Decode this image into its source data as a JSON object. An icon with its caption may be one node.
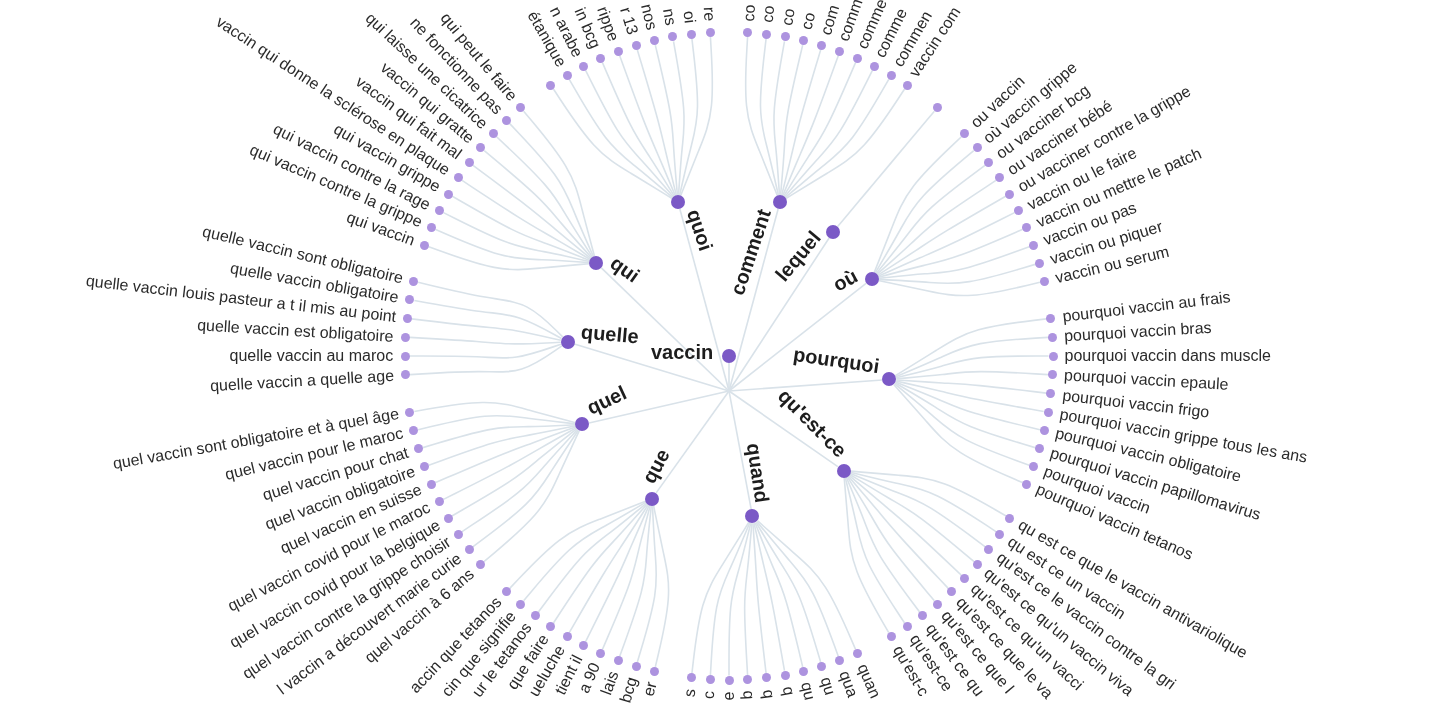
{
  "diagram": {
    "nodes": [
      {
        "text": [
          "vaccin"
        ]
      },
      {
        "text": [
          "comment"
        ]
      },
      {
        "text": [
          "co"
        ]
      },
      {
        "text": [
          "co"
        ]
      },
      {
        "text": [
          "co"
        ]
      },
      {
        "text": [
          "co"
        ]
      },
      {
        "text": [
          "com"
        ]
      },
      {
        "text": [
          "comm"
        ]
      },
      {
        "text": [
          "comme"
        ]
      },
      {
        "text": [
          "comme"
        ]
      },
      {
        "text": [
          "commen"
        ]
      },
      {
        "text": [
          "vaccin com"
        ]
      },
      {
        "text": [
          "lequel"
        ]
      },
      {
        "text": [],
        "shape": "circle"
      },
      {
        "text": [
          "où"
        ]
      },
      {
        "text": [
          "ou vaccin"
        ]
      },
      {
        "text": [
          "où vaccin grippe"
        ]
      },
      {
        "text": [
          "ou vacciner bcg"
        ]
      },
      {
        "text": [
          "ou vacciner bébé"
        ]
      },
      {
        "text": [
          "ou vacciner contre la grippe"
        ]
      },
      {
        "text": [
          "vaccin ou le faire"
        ]
      },
      {
        "text": [
          "vaccin ou mettre le patch"
        ]
      },
      {
        "text": [
          "vaccin ou pas"
        ]
      },
      {
        "text": [
          "vaccin ou piquer"
        ]
      },
      {
        "text": [
          "vaccin ou serum"
        ]
      },
      {
        "text": [
          "pourquoi"
        ]
      },
      {
        "text": [
          "pourquoi vaccin au frais"
        ]
      },
      {
        "text": [
          "pourquoi vaccin bras"
        ]
      },
      {
        "text": [
          "pourquoi vaccin dans muscle"
        ]
      },
      {
        "text": [
          "pourquoi vaccin epaule"
        ]
      },
      {
        "text": [
          "pourquoi vaccin frigo"
        ]
      },
      {
        "text": [
          "pourquoi vaccin grippe tous les ans"
        ]
      },
      {
        "text": [
          "pourquoi vaccin obligatoire"
        ]
      },
      {
        "text": [
          "pourquoi vaccin papillomavirus"
        ]
      },
      {
        "text": [
          "pourquoi vaccin"
        ]
      },
      {
        "text": [
          "pourquoi vaccin tetanos"
        ]
      },
      {
        "text": [
          "qu'est-ce"
        ]
      },
      {
        "text": [
          "qu est ce que le vaccin antivariolique"
        ]
      },
      {
        "text": [
          "qu est ce un vaccin"
        ]
      },
      {
        "text": [
          "qu'est ce le vaccin contre la gri"
        ]
      },
      {
        "text": [
          "qu'est ce qu'un vaccin viva"
        ]
      },
      {
        "text": [
          "qu'est ce qu'un vacci"
        ]
      },
      {
        "text": [
          "qu'est ce que le va"
        ]
      },
      {
        "text": [
          "qu'est ce que l"
        ]
      },
      {
        "text": [
          "qu'est ce qu"
        ]
      },
      {
        "text": [
          "qu'est-ce"
        ]
      },
      {
        "text": [
          "qu'est-c"
        ]
      },
      {
        "text": [
          "quand"
        ]
      },
      {
        "text": [
          "quan"
        ]
      },
      {
        "text": [
          "qua"
        ]
      },
      {
        "text": [
          "qu"
        ]
      },
      {
        "text": [
          "qu"
        ]
      },
      {
        "text": [
          "q"
        ]
      },
      {
        "text": [
          "q"
        ]
      },
      {
        "text": [
          "q"
        ]
      },
      {
        "text": [
          "e"
        ]
      },
      {
        "text": [
          "c"
        ]
      },
      {
        "text": [
          "s"
        ]
      },
      {
        "text": [
          "que"
        ]
      },
      {
        "text": [
          "er"
        ]
      },
      {
        "text": [
          "bcg"
        ]
      },
      {
        "text": [
          "lais"
        ]
      },
      {
        "text": [
          "a 90"
        ]
      },
      {
        "text": [
          "tient il"
        ]
      },
      {
        "text": [
          "ueluche"
        ]
      },
      {
        "text": [
          "que faire"
        ]
      },
      {
        "text": [
          "ur le tetanos"
        ]
      },
      {
        "text": [
          "cin que signifie"
        ]
      },
      {
        "text": [
          "accin que tetanos"
        ]
      },
      {
        "text": [
          "quel"
        ]
      },
      {
        "text": [
          "quel vaccin à 6 ans"
        ]
      },
      {
        "text": [
          "l vaccin a découvert marie curie"
        ]
      },
      {
        "text": [
          "quel vaccin contre la grippe choisir"
        ]
      },
      {
        "text": [
          "quel vaccin covid pour la belgique"
        ]
      },
      {
        "text": [
          "quel vaccin covid pour le maroc"
        ]
      },
      {
        "text": [
          "quel vaccin en suisse"
        ]
      },
      {
        "text": [
          "quel vaccin obligatoire"
        ]
      },
      {
        "text": [
          "quel vaccin pour chat"
        ]
      },
      {
        "text": [
          "quel vaccin pour le maroc"
        ]
      },
      {
        "text": [
          "quel vaccin sont obligatoire et à quel âge"
        ]
      },
      {
        "text": [
          "quelle"
        ]
      },
      {
        "text": [
          "quelle vaccin a quelle age"
        ]
      },
      {
        "text": [
          "quelle vaccin au maroc"
        ]
      },
      {
        "text": [
          "quelle vaccin est obligatoire"
        ]
      },
      {
        "text": [
          "quelle vaccin louis pasteur a t il mis au point"
        ]
      },
      {
        "text": [
          "quelle vaccin obligatoire"
        ]
      },
      {
        "text": [
          "quelle vaccin sont obligatoire"
        ]
      },
      {
        "text": [
          "qui"
        ]
      },
      {
        "text": [
          "qui vaccin"
        ]
      },
      {
        "text": [
          "qui vaccin contre la grippe"
        ]
      },
      {
        "text": [
          "qui vaccin contre la rage"
        ]
      },
      {
        "text": [
          "qui vaccin grippe"
        ]
      },
      {
        "text": [
          "vaccin qui donne la sclérose en plaque"
        ]
      },
      {
        "text": [
          "vaccin qui fait mal"
        ]
      },
      {
        "text": [
          "vaccin qui gratte"
        ]
      },
      {
        "text": [
          "qui laisse une cicatrice"
        ]
      },
      {
        "text": [
          "ne fonctionne pas"
        ]
      },
      {
        "text": [
          "qui peut le faire"
        ]
      },
      {
        "text": [
          "quoi"
        ]
      },
      {
        "text": [],
        "shape": "circle"
      },
      {
        "text": [
          "étanique"
        ]
      },
      {
        "text": [
          "n arabe"
        ]
      },
      {
        "text": [
          "in bcg"
        ]
      },
      {
        "text": [
          "rippe"
        ]
      },
      {
        "text": [
          "r 13"
        ]
      },
      {
        "text": [
          "nos"
        ]
      },
      {
        "text": [
          "ns"
        ]
      },
      {
        "text": [
          "oi"
        ]
      },
      {
        "text": [
          "re"
        ]
      }
    ],
    "edges": [
      {
        "from": 0,
        "to": 1,
        "arrow": "none"
      },
      {
        "from": 1,
        "to": 2,
        "arrow": "none"
      },
      {
        "from": 1,
        "to": 3,
        "arrow": "none"
      },
      {
        "from": 1,
        "to": 4,
        "arrow": "none"
      },
      {
        "from": 1,
        "to": 5,
        "arrow": "none"
      },
      {
        "from": 1,
        "to": 6,
        "arrow": "none"
      },
      {
        "from": 1,
        "to": 7,
        "arrow": "none"
      },
      {
        "from": 1,
        "to": 8,
        "arrow": "none"
      },
      {
        "from": 1,
        "to": 9,
        "arrow": "none"
      },
      {
        "from": 1,
        "to": 10,
        "arrow": "none"
      },
      {
        "from": 1,
        "to": 11,
        "arrow": "none"
      },
      {
        "from": 0,
        "to": 12,
        "arrow": "none"
      },
      {
        "from": 12,
        "to": 13,
        "arrow": "none"
      },
      {
        "from": 0,
        "to": 14,
        "arrow": "none"
      },
      {
        "from": 14,
        "to": 15,
        "arrow": "none"
      },
      {
        "from": 14,
        "to": 16,
        "arrow": "none"
      },
      {
        "from": 14,
        "to": 17,
        "arrow": "none"
      },
      {
        "from": 14,
        "to": 18,
        "arrow": "none"
      },
      {
        "from": 14,
        "to": 19,
        "arrow": "none"
      },
      {
        "from": 14,
        "to": 20,
        "arrow": "none"
      },
      {
        "from": 14,
        "to": 21,
        "arrow": "none"
      },
      {
        "from": 14,
        "to": 22,
        "arrow": "none"
      },
      {
        "from": 14,
        "to": 23,
        "arrow": "none"
      },
      {
        "from": 14,
        "to": 24,
        "arrow": "none"
      },
      {
        "from": 0,
        "to": 25,
        "arrow": "none"
      },
      {
        "from": 25,
        "to": 26,
        "arrow": "none"
      },
      {
        "from": 25,
        "to": 27,
        "arrow": "none"
      },
      {
        "from": 25,
        "to": 28,
        "arrow": "none"
      },
      {
        "from": 25,
        "to": 29,
        "arrow": "none"
      },
      {
        "from": 25,
        "to": 30,
        "arrow": "none"
      },
      {
        "from": 25,
        "to": 31,
        "arrow": "none"
      },
      {
        "from": 25,
        "to": 32,
        "arrow": "none"
      },
      {
        "from": 25,
        "to": 33,
        "arrow": "none"
      },
      {
        "from": 25,
        "to": 34,
        "arrow": "none"
      },
      {
        "from": 25,
        "to": 35,
        "arrow": "none"
      },
      {
        "from": 0,
        "to": 36,
        "arrow": "none"
      },
      {
        "from": 36,
        "to": 37,
        "arrow": "none"
      },
      {
        "from": 36,
        "to": 38,
        "arrow": "none"
      },
      {
        "from": 36,
        "to": 39,
        "arrow": "none"
      },
      {
        "from": 36,
        "to": 40,
        "arrow": "none"
      },
      {
        "from": 36,
        "to": 41,
        "arrow": "none"
      },
      {
        "from": 36,
        "to": 42,
        "arrow": "none"
      },
      {
        "from": 36,
        "to": 43,
        "arrow": "none"
      },
      {
        "from": 36,
        "to": 44,
        "arrow": "none"
      },
      {
        "from": 36,
        "to": 45,
        "arrow": "none"
      },
      {
        "from": 36,
        "to": 46,
        "arrow": "none"
      },
      {
        "from": 0,
        "to": 47,
        "arrow": "none"
      },
      {
        "from": 47,
        "to": 48,
        "arrow": "none"
      },
      {
        "from": 47,
        "to": 49,
        "arrow": "none"
      },
      {
        "from": 47,
        "to": 50,
        "arrow": "none"
      },
      {
        "from": 47,
        "to": 51,
        "arrow": "none"
      },
      {
        "from": 47,
        "to": 52,
        "arrow": "none"
      },
      {
        "from": 47,
        "to": 53,
        "arrow": "none"
      },
      {
        "from": 47,
        "to": 54,
        "arrow": "none"
      },
      {
        "from": 47,
        "to": 55,
        "arrow": "none"
      },
      {
        "from": 47,
        "to": 56,
        "arrow": "none"
      },
      {
        "from": 47,
        "to": 57,
        "arrow": "none"
      },
      {
        "from": 0,
        "to": 58,
        "arrow": "none"
      },
      {
        "from": 58,
        "to": 59,
        "arrow": "none"
      },
      {
        "from": 58,
        "to": 60,
        "arrow": "none"
      },
      {
        "from": 58,
        "to": 61,
        "arrow": "none"
      },
      {
        "from": 58,
        "to": 62,
        "arrow": "none"
      },
      {
        "from": 58,
        "to": 63,
        "arrow": "none"
      },
      {
        "from": 58,
        "to": 64,
        "arrow": "none"
      },
      {
        "from": 58,
        "to": 65,
        "arrow": "none"
      },
      {
        "from": 58,
        "to": 66,
        "arrow": "none"
      },
      {
        "from": 58,
        "to": 67,
        "arrow": "none"
      },
      {
        "from": 58,
        "to": 68,
        "arrow": "none"
      },
      {
        "from": 0,
        "to": 69,
        "arrow": "none"
      },
      {
        "from": 69,
        "to": 70,
        "arrow": "none"
      },
      {
        "from": 69,
        "to": 71,
        "arrow": "none"
      },
      {
        "from": 69,
        "to": 72,
        "arrow": "none"
      },
      {
        "from": 69,
        "to": 73,
        "arrow": "none"
      },
      {
        "from": 69,
        "to": 74,
        "arrow": "none"
      },
      {
        "from": 69,
        "to": 75,
        "arrow": "none"
      },
      {
        "from": 69,
        "to": 76,
        "arrow": "none"
      },
      {
        "from": 69,
        "to": 77,
        "arrow": "none"
      },
      {
        "from": 69,
        "to": 78,
        "arrow": "none"
      },
      {
        "from": 69,
        "to": 79,
        "arrow": "none"
      },
      {
        "from": 0,
        "to": 80,
        "arrow": "none"
      },
      {
        "from": 80,
        "to": 81,
        "arrow": "none"
      },
      {
        "from": 80,
        "to": 82,
        "arrow": "none"
      },
      {
        "from": 80,
        "to": 83,
        "arrow": "none"
      },
      {
        "from": 80,
        "to": 84,
        "arrow": "none"
      },
      {
        "from": 80,
        "to": 85,
        "arrow": "none"
      },
      {
        "from": 80,
        "to": 86,
        "arrow": "none"
      },
      {
        "from": 0,
        "to": 87,
        "arrow": "none"
      },
      {
        "from": 87,
        "to": 88,
        "arrow": "none"
      },
      {
        "from": 87,
        "to": 89,
        "arrow": "none"
      },
      {
        "from": 87,
        "to": 90,
        "arrow": "none"
      },
      {
        "from": 87,
        "to": 91,
        "arrow": "none"
      },
      {
        "from": 87,
        "to": 92,
        "arrow": "none"
      },
      {
        "from": 87,
        "to": 93,
        "arrow": "none"
      },
      {
        "from": 87,
        "to": 94,
        "arrow": "none"
      },
      {
        "from": 87,
        "to": 95,
        "arrow": "none"
      },
      {
        "from": 87,
        "to": 96,
        "arrow": "none"
      },
      {
        "from": 87,
        "to": 97,
        "arrow": "none"
      },
      {
        "from": 0,
        "to": 98,
        "arrow": "none"
      },
      {
        "from": 98,
        "to": 99,
        "arrow": "none"
      },
      {
        "from": 98,
        "to": 100,
        "arrow": "none"
      },
      {
        "from": 98,
        "to": 101,
        "arrow": "none"
      },
      {
        "from": 98,
        "to": 102,
        "arrow": "none"
      },
      {
        "from": 98,
        "to": 103,
        "arrow": "none"
      },
      {
        "from": 98,
        "to": 104,
        "arrow": "none"
      },
      {
        "from": 98,
        "to": 105,
        "arrow": "none"
      },
      {
        "from": 98,
        "to": 106,
        "arrow": "none"
      },
      {
        "from": 98,
        "to": 107,
        "arrow": "none"
      },
      {
        "from": 98,
        "to": 108,
        "arrow": "none"
      }
    ]
  }
}
